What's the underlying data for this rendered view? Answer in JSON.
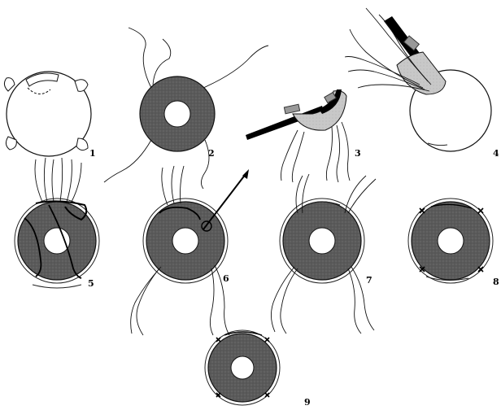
{
  "figure": {
    "panel_labels": [
      "1",
      "2",
      "3",
      "4",
      "5",
      "6",
      "7",
      "8",
      "9"
    ]
  }
}
